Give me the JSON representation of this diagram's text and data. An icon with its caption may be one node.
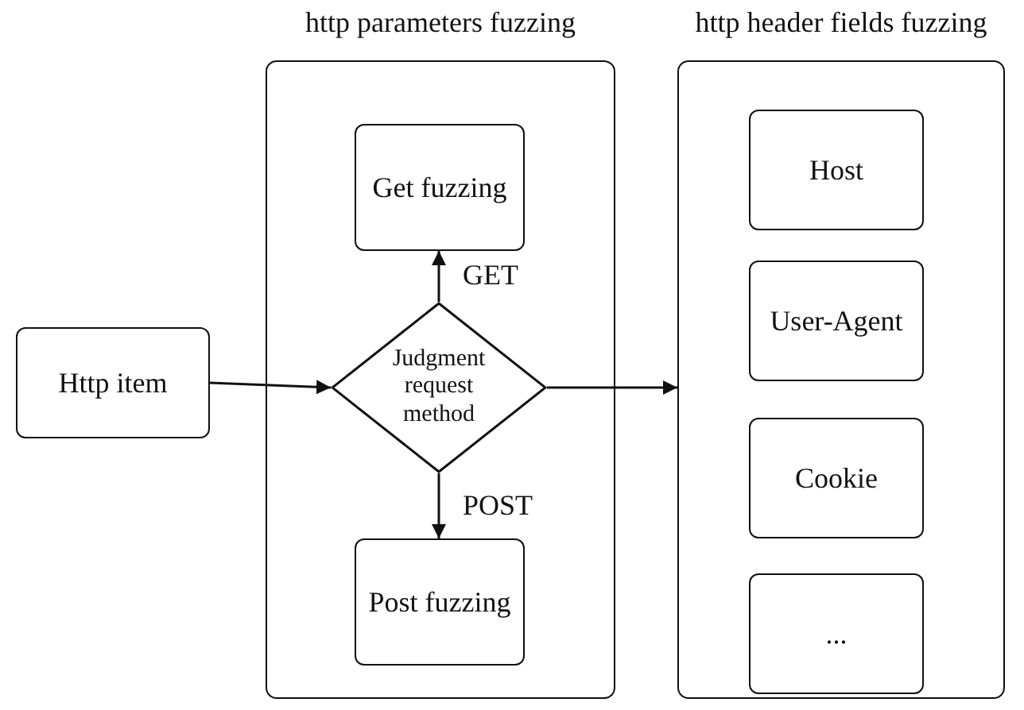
{
  "diagram": {
    "nodes": [
      {
        "text": [
          "Http item"
        ]
      },
      {
        "text": [
          "http parameters fuzzing"
        ]
      },
      {
        "text": [
          "Get fuzzing"
        ],
        "in": 1
      },
      {
        "text": [
          "Judgment request method"
        ],
        "in": 1
      },
      {
        "text": [
          "Post fuzzing"
        ],
        "in": 1
      },
      {
        "text": [
          "http header fields fuzzing"
        ]
      },
      {
        "text": [
          "Host"
        ],
        "in": 5
      },
      {
        "text": [
          "User-Agent"
        ],
        "in": 5
      },
      {
        "text": [
          "Cookie"
        ],
        "in": 5
      },
      {
        "text": [
          "..."
        ],
        "in": 5
      }
    ],
    "edges": [
      {
        "from": 0,
        "to": 3,
        "arrow": "to"
      },
      {
        "from": 3,
        "to": 2,
        "label": "GET",
        "arrow": "to"
      },
      {
        "from": 3,
        "to": 4,
        "label": "POST",
        "arrow": "to"
      },
      {
        "from": 3,
        "to": 5,
        "arrow": "to"
      }
    ]
  }
}
